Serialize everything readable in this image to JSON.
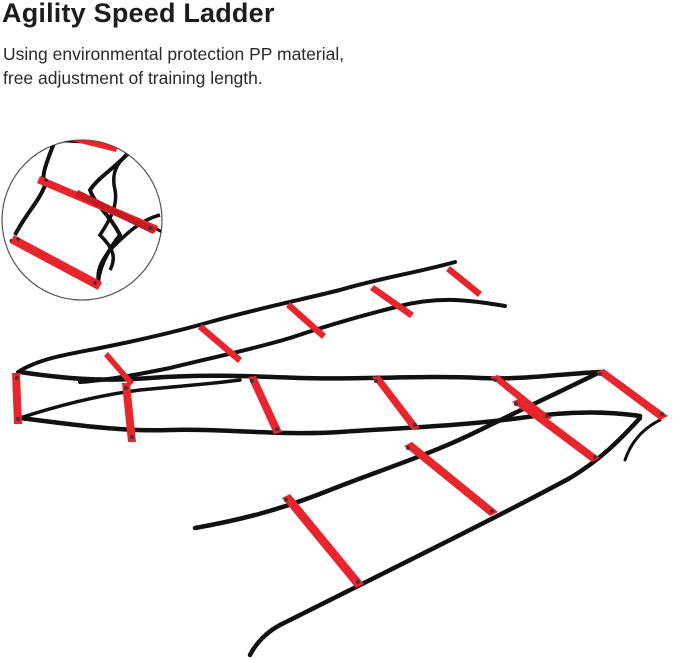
{
  "product": {
    "title": "Agility Speed Ladder",
    "description_line1": "Using environmental protection PP material,",
    "description_line2": "free adjustment of training length."
  },
  "image": {
    "main_photo_icon": "agility-ladder-photo",
    "detail_inset_icon": "ladder-closeup-icon",
    "colors": {
      "rung": "#e8242c",
      "rung_shadow": "#b51219",
      "strap": "#111111",
      "rivet": "#3a3a3a",
      "background": "#ffffff"
    }
  }
}
